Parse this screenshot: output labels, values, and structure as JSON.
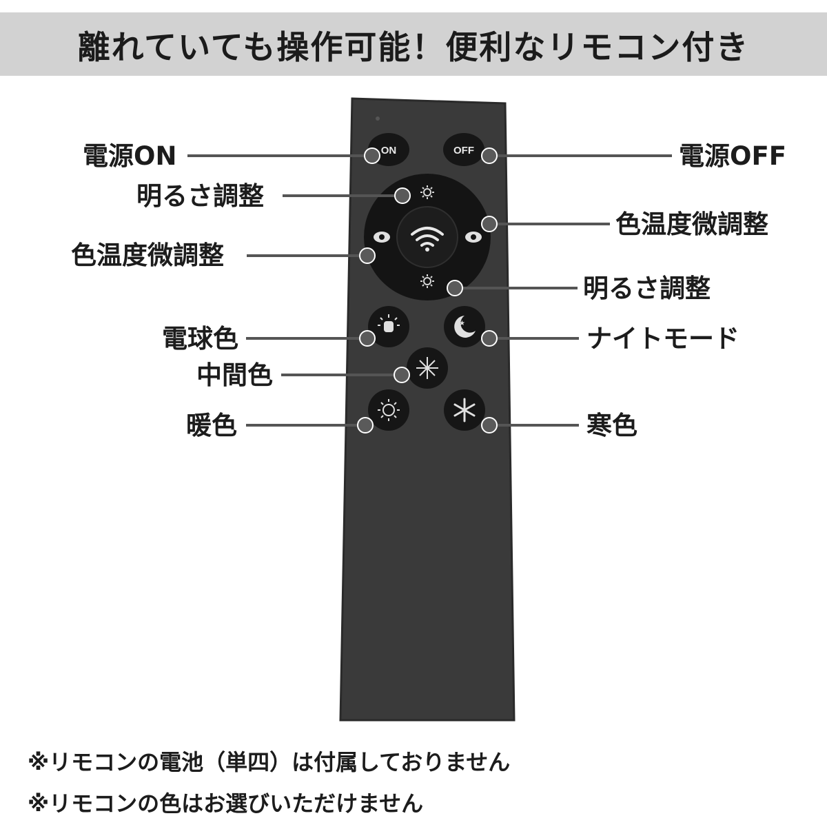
{
  "banner": {
    "title": "離れていても操作可能！便利なリモコン付き"
  },
  "remote": {
    "buttons": {
      "on": "ON",
      "off": "OFF"
    }
  },
  "labels": {
    "power_on": "電源ON",
    "power_off": "電源OFF",
    "brightness_top": "明るさ調整",
    "color_temp_right": "色温度微調整",
    "color_temp_left": "色温度微調整",
    "brightness_bottom": "明るさ調整",
    "bulb_color": "電球色",
    "night_mode": "ナイトモード",
    "neutral_color": "中間色",
    "warm_color": "暖色",
    "cool_color": "寒色"
  },
  "notes": [
    "※リモコンの電池（単四）は付属しておりません",
    "※リモコンの色はお選びいただけません"
  ],
  "colors": {
    "banner_bg": "#d2d2d2",
    "remote_body": "#3a3a3a",
    "button": "#161616",
    "leader": "#555555"
  }
}
